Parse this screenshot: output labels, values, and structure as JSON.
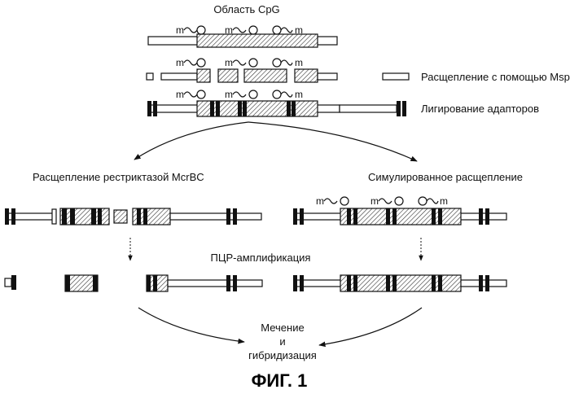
{
  "figure_label": "ФИГ. 1",
  "labels": {
    "cpg_region": "Область CpG",
    "mspi_digestion": "Расщепление с помощью MspI",
    "adapter_ligation": "Лигирование адапторов",
    "mcrbc_digestion": "Расщепление рестриктазой McrBC",
    "mock_digestion": "Симулированное расщепление",
    "pcr_amplification": "ПЦР-амплификация",
    "labeling_1": "Мечение",
    "labeling_2": "и",
    "labeling_3": "гибридизация"
  },
  "methyl_mark": "m",
  "colors": {
    "line": "#111111",
    "hatch": "#333333",
    "adaptor": "#111111",
    "background": "#ffffff"
  }
}
